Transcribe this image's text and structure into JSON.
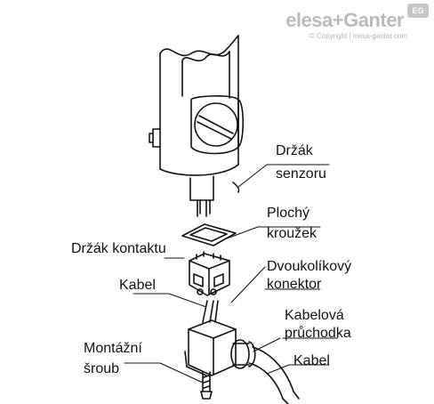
{
  "brand": {
    "name": "elesa+Ganter",
    "badge": "EG",
    "copyright": "© Copyright | elesa-ganter.com"
  },
  "labels": {
    "sensor_holder": [
      "Držák",
      "senzoru"
    ],
    "flat_ring": [
      "Plochý",
      "kroužek"
    ],
    "contact_holder": "Držák kontaktu",
    "two_pole_connector": [
      "Dvoukolíkový",
      "konektor"
    ],
    "cable_left": "Kabel",
    "cable_gland": [
      "Kabelová",
      "průchodka"
    ],
    "mounting_screw": [
      "Montážní",
      "šroub"
    ],
    "cable_right": "Kabel"
  }
}
